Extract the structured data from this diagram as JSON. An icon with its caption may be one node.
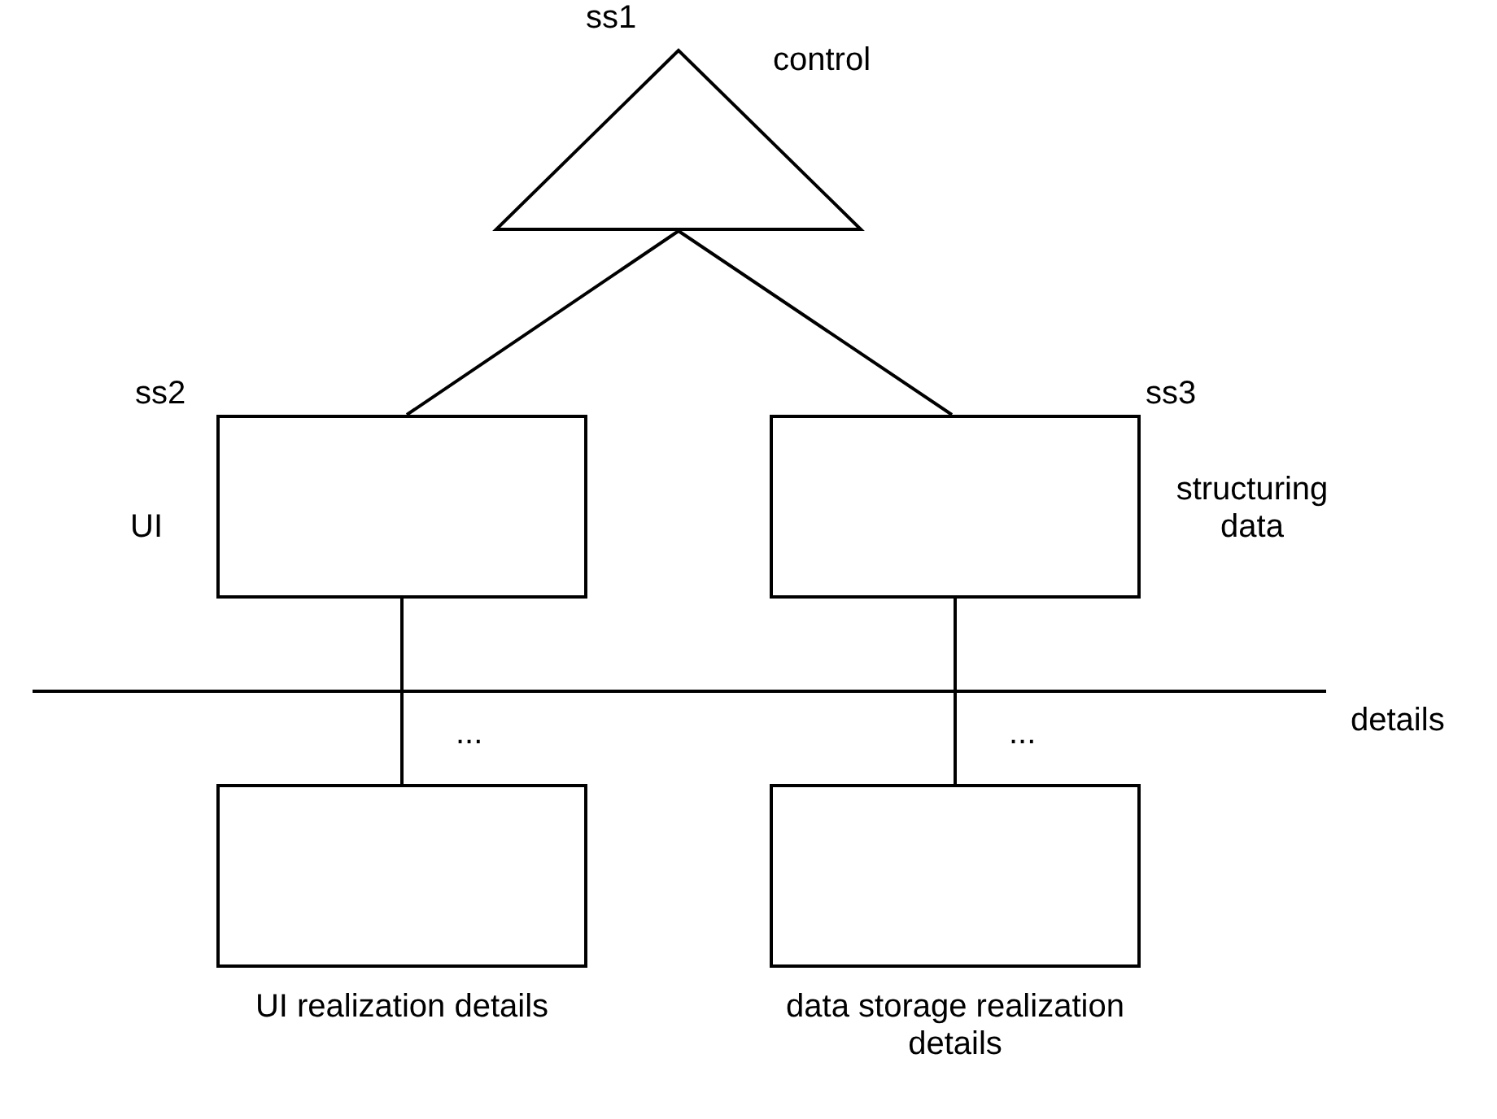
{
  "diagram": {
    "nodes": [
      {
        "text": [
          "ss1"
        ],
        "beside": [
          "control"
        ]
      },
      {
        "text": [
          "ss2"
        ],
        "beside": [
          "UI"
        ]
      },
      {
        "text": [
          "ss3"
        ],
        "beside": [
          "structuring data"
        ]
      },
      {
        "text": [],
        "shape": "box",
        "beside": [
          "...",
          "UI realization details"
        ]
      },
      {
        "text": [],
        "shape": "box",
        "beside": [
          "...",
          "data storage realization details"
        ]
      }
    ],
    "edges": [
      {
        "from": 0,
        "to": 1,
        "arrow": "none"
      },
      {
        "from": 0,
        "to": 2,
        "arrow": "none"
      },
      {
        "from": 1,
        "to": 3,
        "arrow": "none"
      },
      {
        "from": 2,
        "to": 4,
        "arrow": "none"
      }
    ],
    "labels": [
      "details"
    ]
  }
}
